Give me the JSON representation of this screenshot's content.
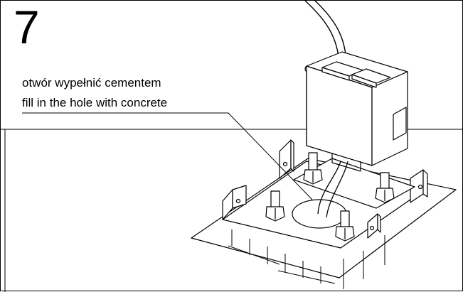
{
  "step": {
    "number": "7"
  },
  "instruction": {
    "polish": "otwór wypełnić cementem",
    "english": "fill in the hole with concrete"
  },
  "colors": {
    "line": "#000000",
    "background": "#ffffff",
    "fill_gray": "#e6e6e6"
  }
}
